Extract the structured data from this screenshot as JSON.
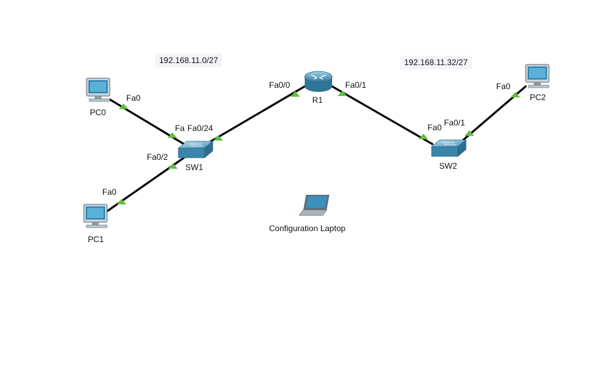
{
  "subnets": {
    "left": "192.168.11.0/27",
    "right": "192.168.11.32/27"
  },
  "devices": {
    "pc0": "PC0",
    "pc1": "PC1",
    "pc2": "PC2",
    "sw1": "SW1",
    "sw2": "SW2",
    "r1": "R1",
    "laptop": "Configuration Laptop"
  },
  "ports": {
    "pc0_fa0": "Fa0",
    "sw1_fa01": "Fa",
    "sw1_fa024": "Fa0/24",
    "sw1_fa02": "Fa0/2",
    "pc1_fa0": "Fa0",
    "r1_fa00": "Fa0/0",
    "r1_fa01": "Fa0/1",
    "sw2_fa02": "Fa0",
    "sw2_fa01": "Fa0/1",
    "pc2_fa0": "Fa0"
  },
  "colors": {
    "link": "#000000",
    "port_up": "#5fbf3f",
    "device_blue": "#3f86a8",
    "subnet_bg": "#f4f5f9"
  },
  "icons": [
    "pc-icon",
    "switch-icon",
    "router-icon",
    "laptop-icon",
    "link-up-triangle-icon"
  ]
}
